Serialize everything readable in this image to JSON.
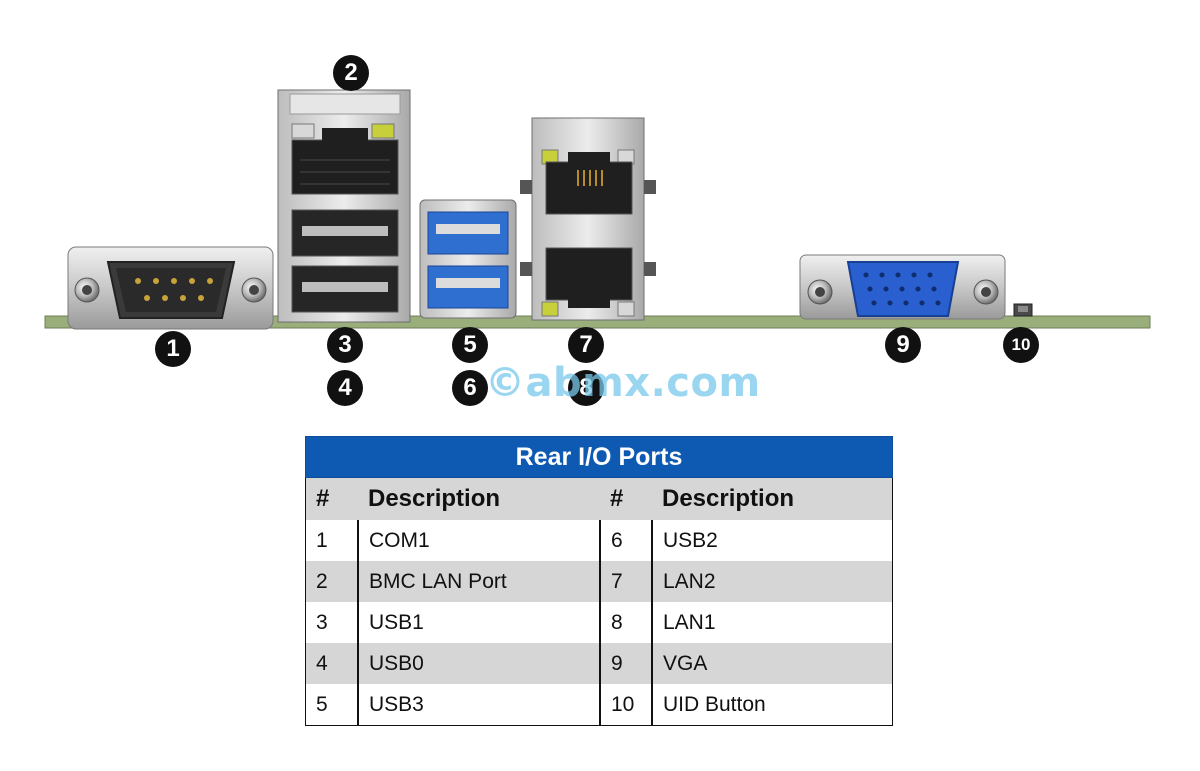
{
  "panel": {
    "callouts": [
      "1",
      "2",
      "3",
      "4",
      "5",
      "6",
      "7",
      "8",
      "9",
      "10"
    ],
    "watermark": "©abmx.com"
  },
  "table": {
    "title": "Rear I/O Ports",
    "headers": [
      "#",
      "Description",
      "#",
      "Description"
    ],
    "rows": [
      [
        "1",
        "COM1",
        "6",
        "USB2"
      ],
      [
        "2",
        "BMC LAN Port",
        "7",
        "LAN2"
      ],
      [
        "3",
        "USB1",
        "8",
        "LAN1"
      ],
      [
        "4",
        "USB0",
        "9",
        "VGA"
      ],
      [
        "5",
        "USB3",
        "10",
        "UID Button"
      ]
    ]
  },
  "colors": {
    "header_blue": "#0e5ab3",
    "row_gray": "#d6d6d6",
    "pcb_green": "#9aae7c",
    "usb3_blue": "#2f6fd0",
    "vga_blue": "#2a5fd0"
  }
}
